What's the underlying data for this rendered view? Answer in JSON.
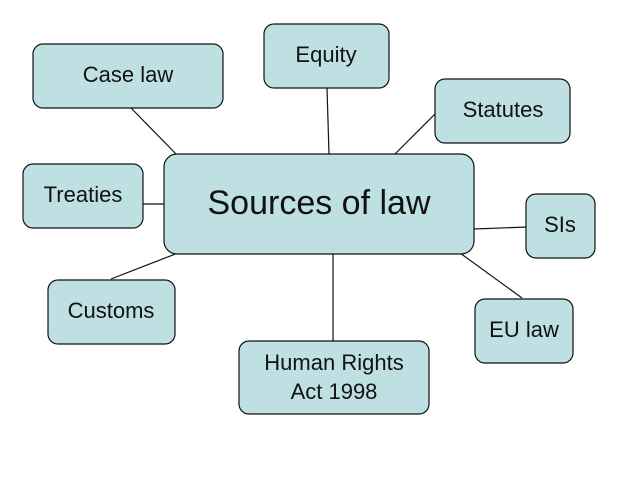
{
  "diagram": {
    "center": "Sources of law",
    "nodes": {
      "case_law": "Case law",
      "equity": "Equity",
      "statutes": "Statutes",
      "treaties": "Treaties",
      "sis": "SIs",
      "customs": "Customs",
      "eu_law": "EU law",
      "human_rights_line1": "Human Rights",
      "human_rights_line2": "Act 1998"
    }
  },
  "colors": {
    "node_fill": "#bfe0e2",
    "border": "#111111"
  }
}
